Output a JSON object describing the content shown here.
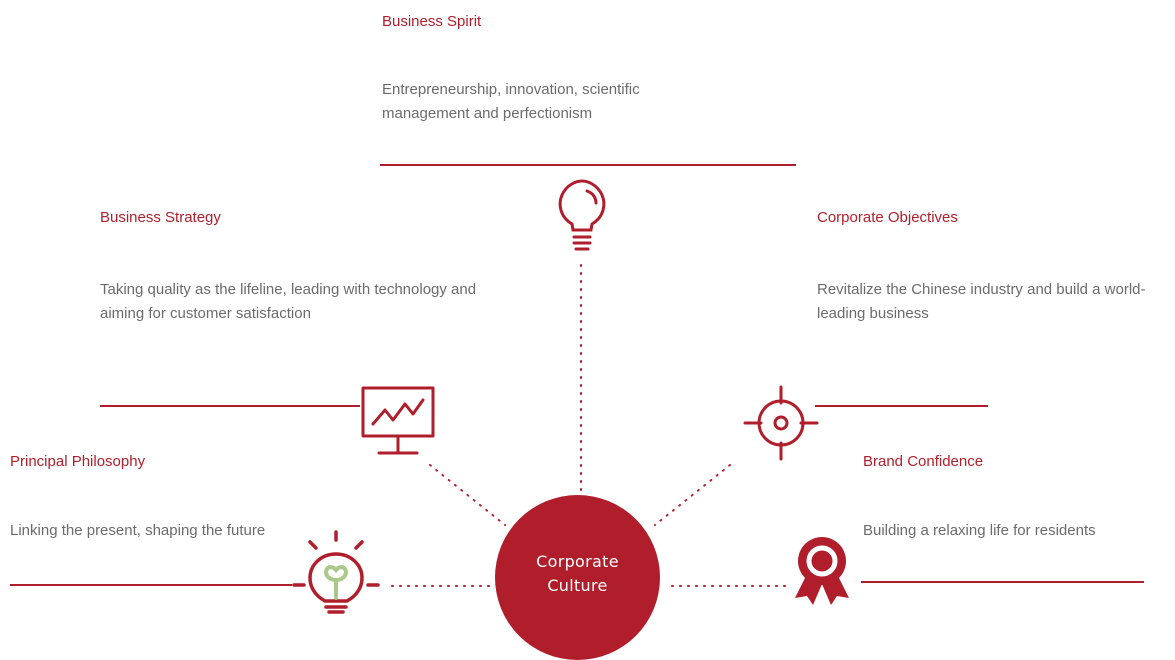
{
  "center": {
    "line1": "Corporate",
    "line2": "Culture"
  },
  "items": {
    "business_spirit": {
      "title": "Business Spirit",
      "desc": "Entrepreneurship, innovation, scientific management and perfectionism"
    },
    "business_strategy": {
      "title": "Business Strategy",
      "desc": "Taking quality as the lifeline, leading with technology and aiming for customer satisfaction"
    },
    "corporate_objectives": {
      "title": "Corporate Objectives",
      "desc": "Revitalize the Chinese industry and build a world-leading business"
    },
    "principal_philosophy": {
      "title": "Principal Philosophy",
      "desc": "Linking the present, shaping the future"
    },
    "brand_confidence": {
      "title": "Brand Confidence",
      "desc": "Building a relaxing life for residents"
    }
  },
  "icons": [
    "lightbulb-outline-icon",
    "monitor-chart-icon",
    "target-crosshair-icon",
    "idea-bulb-icon",
    "award-ribbon-icon"
  ],
  "colors": {
    "accent": "#b01e2b",
    "text": "#6b6b6b",
    "idea_leaf": "#a9c98a"
  }
}
